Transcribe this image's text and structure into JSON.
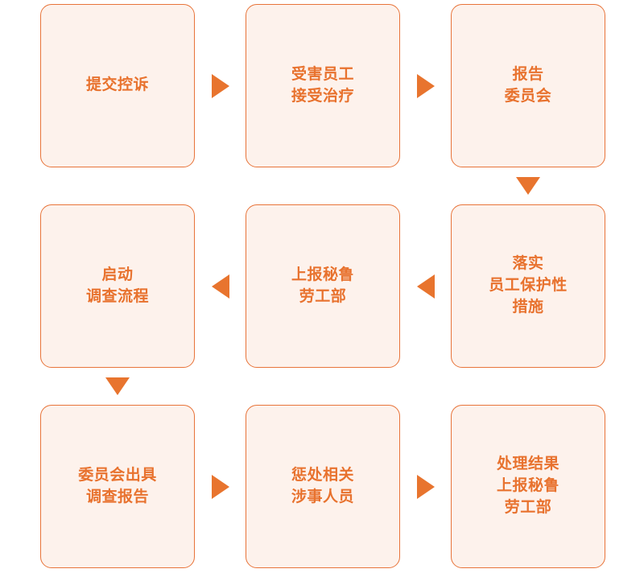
{
  "diagram": {
    "type": "flowchart",
    "orientation": "serpentine-3x3",
    "colors": {
      "node_fill": "#fdf2ec",
      "node_border": "#e8743a",
      "text": "#e8722e",
      "arrow": "#e8742e",
      "background": "#ffffff"
    },
    "nodes": [
      {
        "id": "n1",
        "row": 1,
        "col": 1,
        "label": "提交控诉"
      },
      {
        "id": "n2",
        "row": 1,
        "col": 2,
        "label": "受害员工\n接受治疗"
      },
      {
        "id": "n3",
        "row": 1,
        "col": 3,
        "label": "报告\n委员会"
      },
      {
        "id": "n4",
        "row": 2,
        "col": 3,
        "label": "落实\n员工保护性\n措施"
      },
      {
        "id": "n5",
        "row": 2,
        "col": 2,
        "label": "上报秘鲁\n劳工部"
      },
      {
        "id": "n6",
        "row": 2,
        "col": 1,
        "label": "启动\n调查流程"
      },
      {
        "id": "n7",
        "row": 3,
        "col": 1,
        "label": "委员会出具\n调查报告"
      },
      {
        "id": "n8",
        "row": 3,
        "col": 2,
        "label": "惩处相关\n涉事人员"
      },
      {
        "id": "n9",
        "row": 3,
        "col": 3,
        "label": "处理结果\n上报秘鲁\n劳工部"
      }
    ],
    "arrows": [
      {
        "id": "a1",
        "from": "n1",
        "to": "n2",
        "direction": "right"
      },
      {
        "id": "a2",
        "from": "n2",
        "to": "n3",
        "direction": "right"
      },
      {
        "id": "a3",
        "from": "n3",
        "to": "n4",
        "direction": "down"
      },
      {
        "id": "a4",
        "from": "n4",
        "to": "n5",
        "direction": "left"
      },
      {
        "id": "a5",
        "from": "n5",
        "to": "n6",
        "direction": "left"
      },
      {
        "id": "a6",
        "from": "n6",
        "to": "n7",
        "direction": "down"
      },
      {
        "id": "a7",
        "from": "n7",
        "to": "n8",
        "direction": "right"
      },
      {
        "id": "a8",
        "from": "n8",
        "to": "n9",
        "direction": "right"
      }
    ]
  }
}
